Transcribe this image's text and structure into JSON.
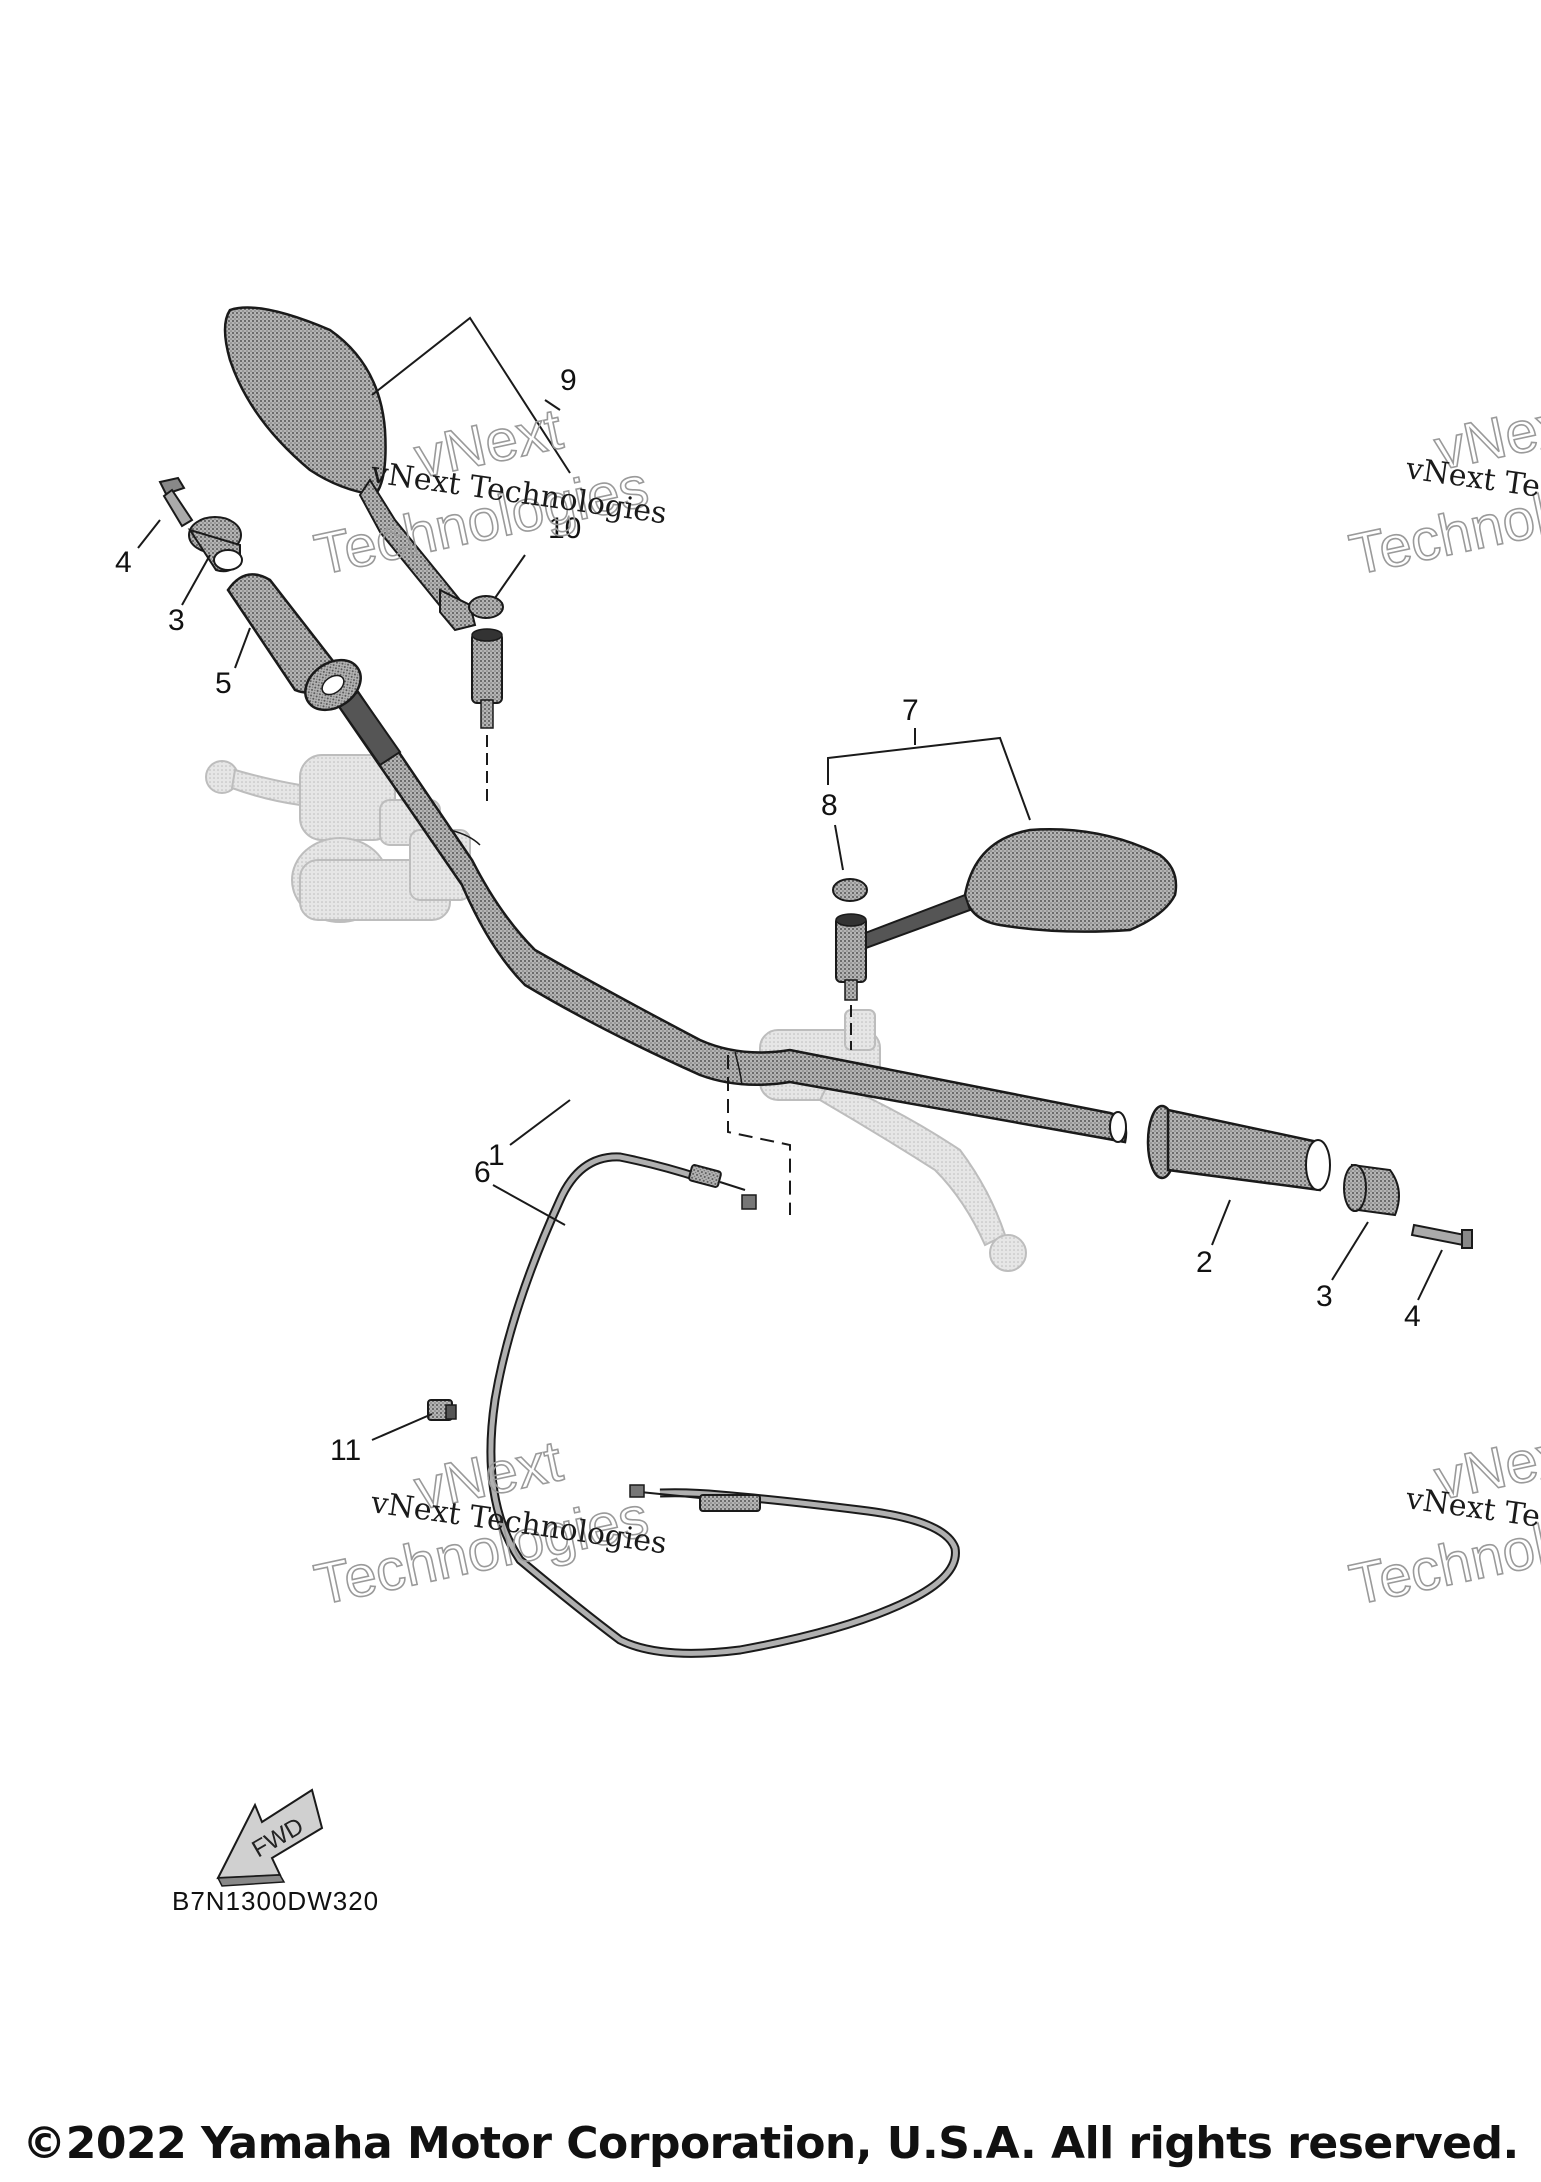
{
  "diagram": {
    "callouts": [
      {
        "id": "c9",
        "text": "9"
      },
      {
        "id": "c10",
        "text": "10"
      },
      {
        "id": "c4a",
        "text": "4"
      },
      {
        "id": "c3a",
        "text": "3"
      },
      {
        "id": "c5",
        "text": "5"
      },
      {
        "id": "c7",
        "text": "7"
      },
      {
        "id": "c8",
        "text": "8"
      },
      {
        "id": "c1",
        "text": "1"
      },
      {
        "id": "c6",
        "text": "6"
      },
      {
        "id": "c2",
        "text": "2"
      },
      {
        "id": "c3b",
        "text": "3"
      },
      {
        "id": "c4b",
        "text": "4"
      },
      {
        "id": "c11",
        "text": "11"
      }
    ],
    "fwd_label": "FWD",
    "diagram_code": "B7N1300DW320"
  },
  "watermark": {
    "line1": "vNext Technologies",
    "word_top": "vNext",
    "word_bottom": "Technologies"
  },
  "footer": {
    "copyright": "©2022 Yamaha Motor Corporation, U.S.A. All rights reserved."
  },
  "colors": {
    "line": "#1a1a1a",
    "part_fill": "#8c8c8c",
    "ghost_fill": "#d9d9d9",
    "watermark": "#9a9a9a"
  }
}
